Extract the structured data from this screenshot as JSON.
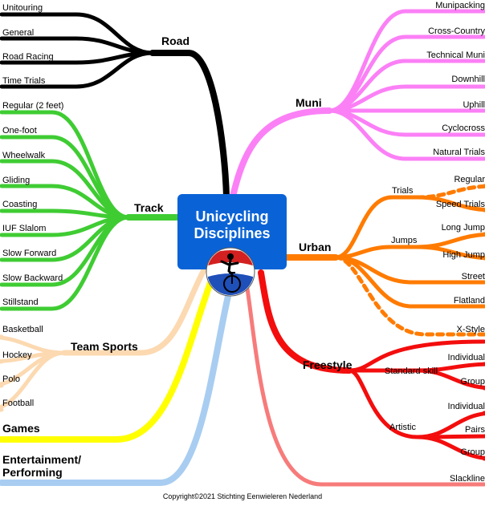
{
  "center": {
    "title_line1": "Unicycling",
    "title_line2": "Disciplines"
  },
  "colors": {
    "road": "#000000",
    "track": "#3fcc33",
    "team": "#fcd9b1",
    "games": "#ffff00",
    "entertainment": "#a8cdf1",
    "slackline": "#f77b7b",
    "muni": "#fb80f6",
    "urban": "#ff7b00",
    "freestyle": "#f30d0d",
    "center_box": "#0a63d6"
  },
  "groups": {
    "road": {
      "label": "Road",
      "items": [
        "Unitouring",
        "General",
        "Road Racing",
        "Time Trials"
      ]
    },
    "track": {
      "label": "Track",
      "items": [
        "Regular (2 feet)",
        "One-foot",
        "Wheelwalk",
        "Gliding",
        "Coasting",
        "IUF Slalom",
        "Slow Forward",
        "Slow Backward",
        "Stillstand"
      ]
    },
    "team_sports": {
      "label": "Team Sports",
      "items": [
        "Basketball",
        "Hockey",
        "Polo",
        "Football"
      ]
    },
    "games": {
      "label": "Games"
    },
    "entertainment": {
      "label_line1": "Entertainment/",
      "label_line2": "Performing"
    },
    "muni": {
      "label": "Muni",
      "items": [
        "Munipacking",
        "Cross-Country",
        "Technical Muni",
        "Downhill",
        "Uphill",
        "Cyclocross",
        "Natural Trials"
      ]
    },
    "urban": {
      "label": "Urban",
      "trials": {
        "label": "Trials",
        "items": [
          "Regular",
          "Speed Trials"
        ]
      },
      "jumps": {
        "label": "Jumps",
        "items": [
          "Long Jump",
          "High Jump"
        ]
      },
      "items": [
        "Street",
        "Flatland"
      ],
      "x_style": "X-Style"
    },
    "freestyle": {
      "label": "Freestyle",
      "standard": {
        "label": "Standard skill",
        "items": [
          "Individual",
          "Group"
        ]
      },
      "artistic": {
        "label": "Artistic",
        "items": [
          "Individual",
          "Pairs",
          "Group"
        ]
      }
    },
    "slackline": {
      "label": "Slackline"
    }
  },
  "copyright": "Copyright©2021 Stichting Eenwieleren Nederland"
}
